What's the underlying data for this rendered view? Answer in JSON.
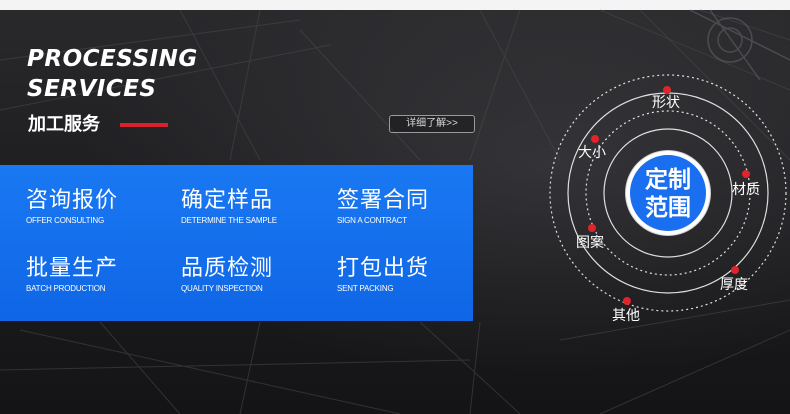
{
  "header": {
    "title_en_line1": "PROCESSING",
    "title_en_line2": "SERVICES",
    "title_cn": "加工服务",
    "detail_button": "详细了解>>"
  },
  "services": [
    {
      "cn": "咨询报价",
      "en": "OFFER CONSULTING"
    },
    {
      "cn": "确定样品",
      "en": "DETERMINE THE SAMPLE"
    },
    {
      "cn": "签署合同",
      "en": "SIGN A CONTRACT"
    },
    {
      "cn": "批量生产",
      "en": "BATCH PRODUCTION"
    },
    {
      "cn": "品质检测",
      "en": "QUALITY INSPECTION"
    },
    {
      "cn": "打包出货",
      "en": "SENT PACKING"
    }
  ],
  "custom": {
    "center_line1": "定制",
    "center_line2": "范围",
    "items": [
      "形状",
      "大小",
      "材质",
      "图案",
      "厚度",
      "其他"
    ]
  },
  "colors": {
    "accent_blue": "#1a78f2",
    "accent_red": "#d8222b",
    "background": "#1c1c1e"
  }
}
